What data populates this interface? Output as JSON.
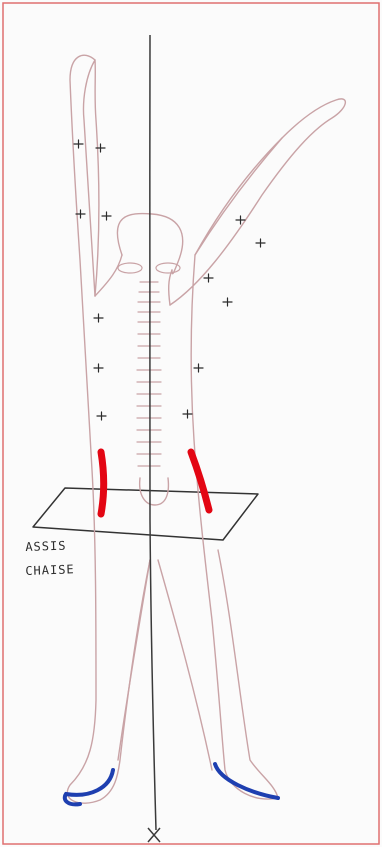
{
  "annotation": {
    "line1": "ASSIS",
    "line2": "CHAISE"
  },
  "colors": {
    "page_border": "#e07070",
    "body_outline": "#c9a3a6",
    "midline": "#3a3a3a",
    "cross_marks": "#2b2b2b",
    "chair": "#333333",
    "highlight_red": "#e30613",
    "highlight_blue": "#1e3fb0"
  },
  "icons": {
    "midline_cross": "x-mark"
  }
}
